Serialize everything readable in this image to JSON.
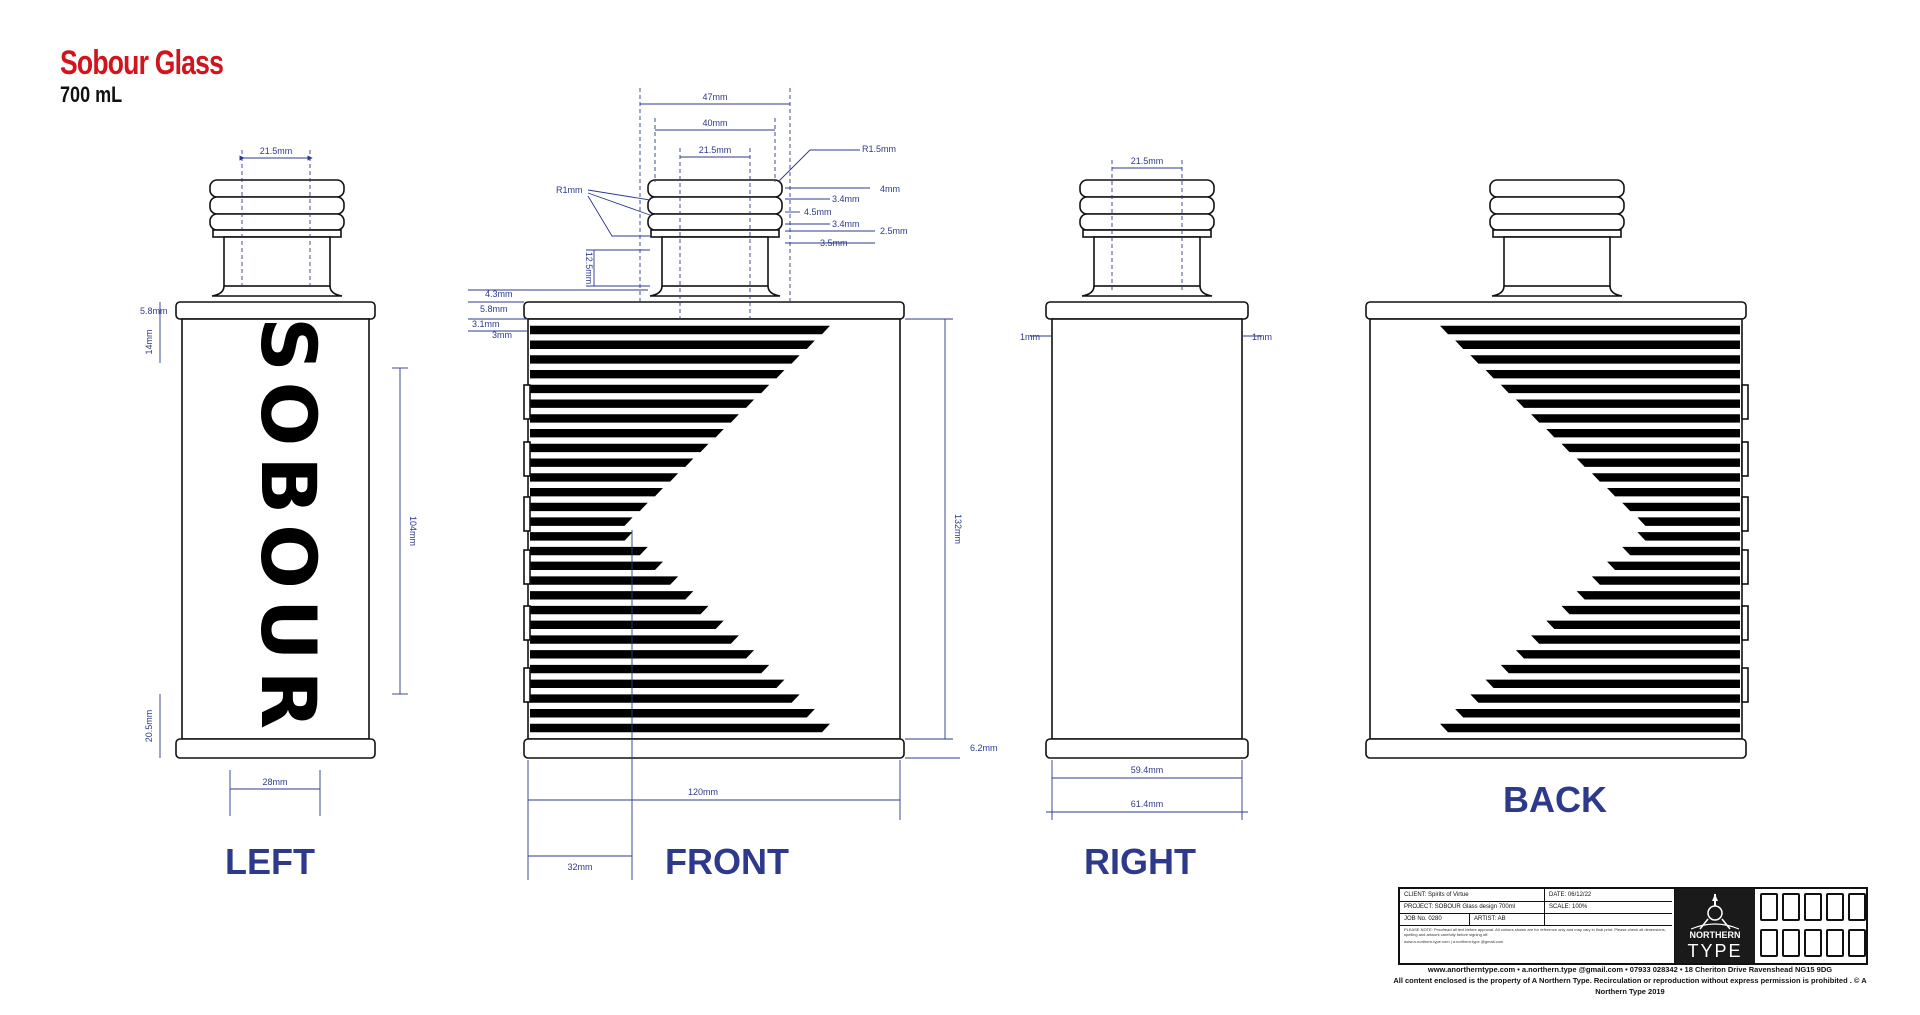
{
  "header": {
    "title": "Sobour Glass",
    "subtitle": "700 mL"
  },
  "colors": {
    "title": "#d2141d",
    "dimension": "#2d3a8c",
    "outline": "#111111",
    "stripes": "#000000"
  },
  "views": {
    "left": "LEFT",
    "front": "FRONT",
    "right": "RIGHT",
    "back": "BACK"
  },
  "brand_wordmark": "SOBOUR",
  "dimensions": {
    "left_neck": "21.5mm",
    "left_shoulder": "5.8mm",
    "left_top_band": "14mm",
    "left_label_height": "104mm",
    "left_bottom_band": "20.5mm",
    "left_base_width": "28mm",
    "front_outer": "47mm",
    "front_mid": "40mm",
    "front_neck": "21.5mm",
    "front_radius_lip": "R1.5mm",
    "front_radius": "R1mm",
    "front_4mm": "4mm",
    "front_3_4a": "3.4mm",
    "front_4_5": "4.5mm",
    "front_3_4b": "3.4mm",
    "front_2_5": "2.5mm",
    "front_3_5": "3.5mm",
    "front_neck_height": "12.5mm",
    "front_4_3": "4.3mm",
    "front_5_8": "5.8mm",
    "front_3_1": "3.1mm",
    "front_3": "3mm",
    "front_height": "132mm",
    "front_base": "6.2mm",
    "front_width": "120mm",
    "front_offset": "32mm",
    "right_neck": "21.5mm",
    "right_1mm_left": "1mm",
    "right_1mm_right": "1mm",
    "right_inner_width": "59.4mm",
    "right_outer_width": "61.4mm"
  },
  "title_block": {
    "client": "CLIENT: Spirits of Virtue",
    "date": "DATE: 06/12/22",
    "project": "PROJECT: SOBOUR Glass design 700ml",
    "scale": "SCALE: 100%",
    "job": "JOB No. 0280",
    "artist": "ARTIST: AB",
    "notes": "PLEASE NOTE: Proofread all text before approval. All colours shown are for reference only and may vary in final print. Please check all dimensions, spelling and artwork carefully before signing off.",
    "logo_top": "NORTHERN",
    "logo_bottom": "TYPE",
    "contact_line": "www.a-northern-type.com | a.northern.type @gmail.com"
  },
  "footer": {
    "line1": "www.anortherntype.com • a.northern.type @gmail.com • 07933 028342 • 18 Cheriton Drive Ravenshead NG15 9DG",
    "line2": "All content enclosed is the property of A Northern Type. Recirculation or reproduction without express permission is prohibited . © A Northern Type 2019"
  }
}
